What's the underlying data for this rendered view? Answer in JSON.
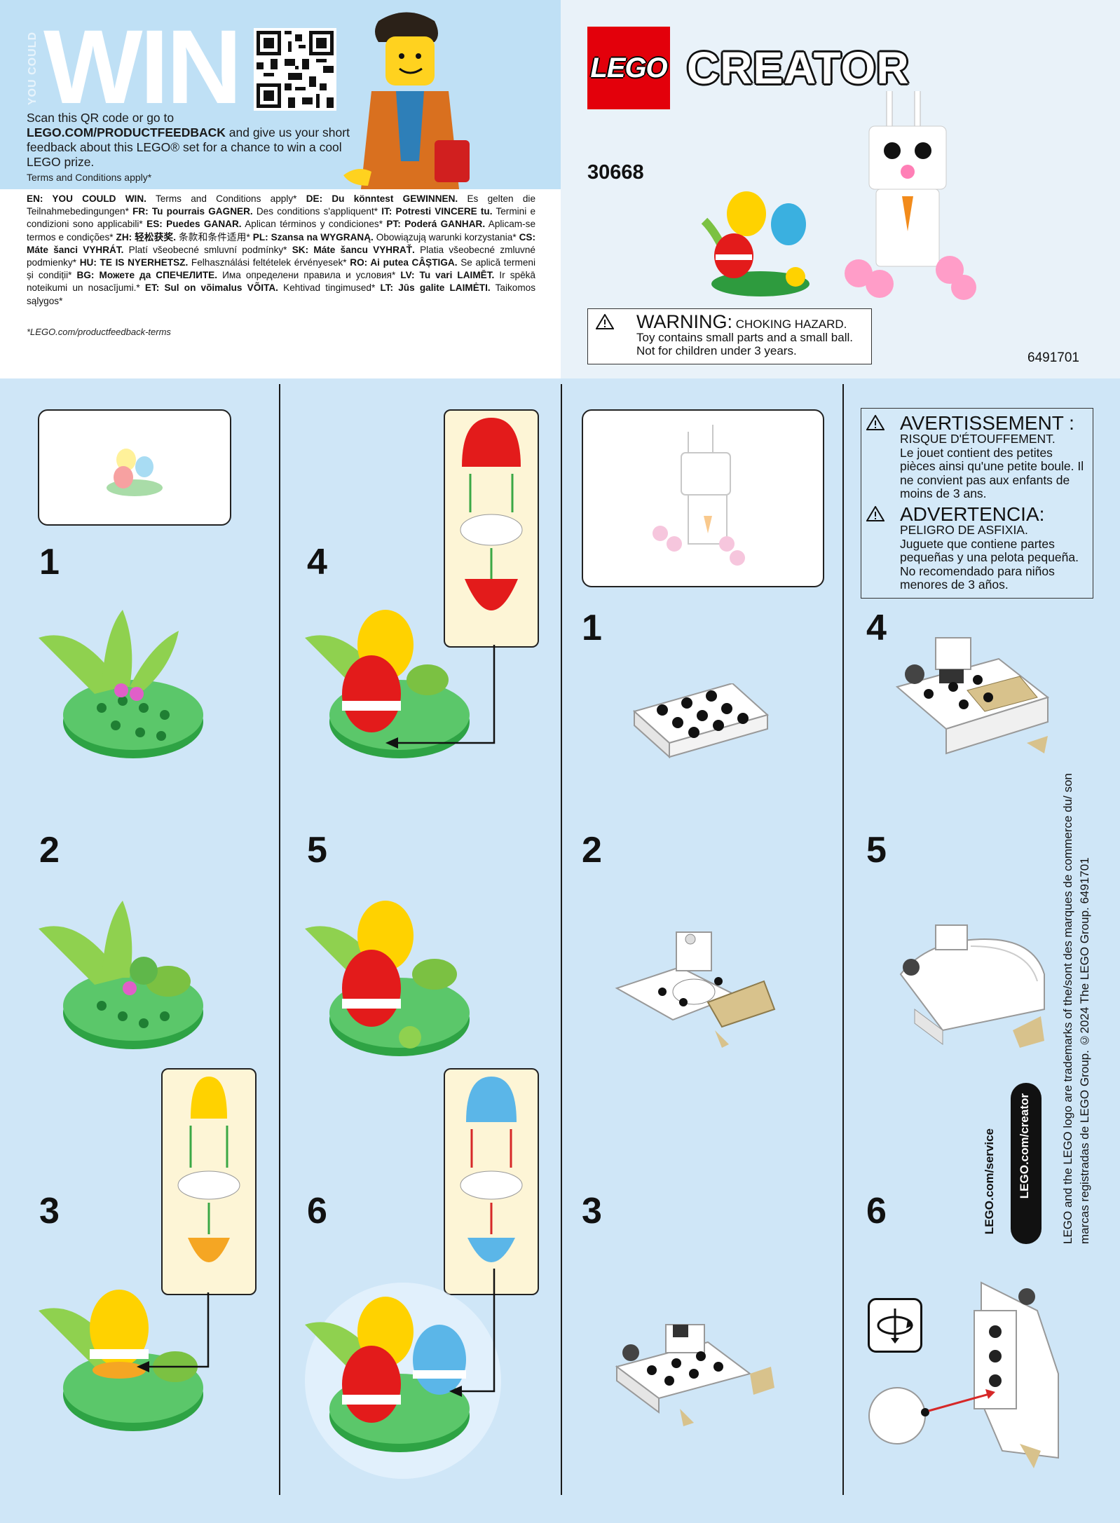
{
  "promo": {
    "you_could": "YOU COULD",
    "win": "WIN",
    "scan_line1": "Scan this QR code or go to",
    "url": "LEGO.COM/PRODUCTFEEDBACK",
    "scan_line2": " and give us your short feedback about this LEGO® set for a chance to win a cool LEGO prize.",
    "terms": "Terms and Conditions apply*",
    "languages": [
      {
        "code": "EN: YOU COULD WIN.",
        "text": " Terms and Conditions apply* "
      },
      {
        "code": "DE: Du könntest GEWINNEN.",
        "text": " Es gelten die Teilnahmebedingungen* "
      },
      {
        "code": "FR: Tu pourrais GAGNER.",
        "text": " Des conditions s'appliquent* "
      },
      {
        "code": "IT: Potresti VINCERE tu.",
        "text": " Termini e condizioni sono applicabili* "
      },
      {
        "code": "ES: Puedes GANAR.",
        "text": " Aplican términos y condiciones* "
      },
      {
        "code": "PT: Poderá GANHAR.",
        "text": " Aplicam-se termos e condições* "
      },
      {
        "code": "ZH: 轻松获奖.",
        "text": " 条款和条件适用* "
      },
      {
        "code": "PL: Szansa na WYGRANĄ.",
        "text": " Obowiązują warunki korzystania* "
      },
      {
        "code": "CS: Máte šanci VYHRÁT.",
        "text": " Platí všeobecné smluvní podmínky* "
      },
      {
        "code": "SK: Máte šancu VYHRAŤ.",
        "text": " Platia všeobecné zmluvné podmienky* "
      },
      {
        "code": "HU: TE IS NYERHETSZ.",
        "text": " Felhasználási feltételek érvényesek* "
      },
      {
        "code": "RO: Ai putea CÂȘTIGA.",
        "text": " Se aplică termeni și condiții* "
      },
      {
        "code": "BG: Можете да СПЕЧЕЛИТЕ.",
        "text": " Има определени правила и условия* "
      },
      {
        "code": "LV: Tu vari LAIMĒT.",
        "text": " Ir spēkā noteikumi un nosacījumi.* "
      },
      {
        "code": "ET: Sul on võimalus VÕITA.",
        "text": " Kehtivad tingimused* "
      },
      {
        "code": "LT: Jūs galite LAIMĖTI.",
        "text": " Taikomos sąlygos*"
      }
    ],
    "footnote": "*LEGO.com/productfeedback-terms"
  },
  "cover": {
    "lego": "LEGO",
    "theme": "CREATOR",
    "set_number": "30668",
    "warning_title": "WARNING:",
    "warning_sub": " CHOKING HAZARD.",
    "warning_line1": "Toy contains small parts and a small ball.",
    "warning_line2": "Not for children under 3 years.",
    "code": "6491701"
  },
  "steps_flower": [
    "1",
    "2",
    "3",
    "4",
    "5",
    "6"
  ],
  "steps_bunny": [
    "1",
    "2",
    "3",
    "4",
    "5",
    "6"
  ],
  "warnings": {
    "fr_title": "AVERTISSEMENT :",
    "fr_sub": "RISQUE D'ÉTOUFFEMENT.",
    "fr_body": "Le jouet contient des petites pièces ainsi qu'une petite boule. Il ne convient pas aux enfants de moins de 3 ans.",
    "es_title": "ADVERTENCIA:",
    "es_sub": "PELIGRO DE ASFIXIA.",
    "es_body": "Juguete que contiene partes pequeñas y una pelota pequeña. No recomendado para niños menores de 3 años."
  },
  "footer": {
    "service": "LEGO.com/service",
    "creator_url": "LEGO.com/creator",
    "legal": "LEGO and the LEGO logo are trademarks of the/sont des marques de commerce du/ son marcas registradas de LEGO Group. ©2024 The LEGO Group. 6491701"
  },
  "colors": {
    "background": "#cfe6f7",
    "lego_red": "#e3000b",
    "callout": "#fdf5d6",
    "arrow_green": "#3aa845",
    "arrow_red": "#d62828"
  }
}
